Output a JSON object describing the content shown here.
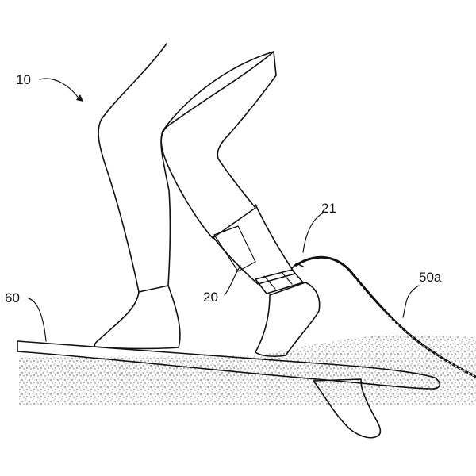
{
  "figure": {
    "labels": {
      "assembly": "10",
      "strap": "20",
      "connector": "21",
      "leash": "50a",
      "board": "60"
    }
  }
}
